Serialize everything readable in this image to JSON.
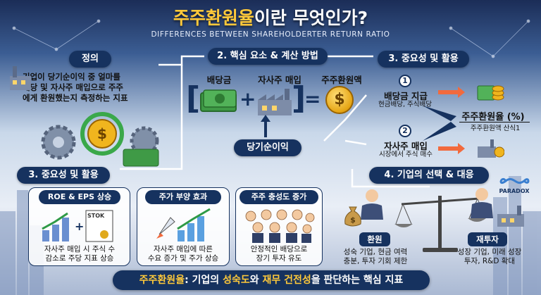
{
  "header": {
    "title_highlight": "주주환원율",
    "title_rest": "이란 무엇인가?",
    "subtitle": "DIFFERENCES BETWEEN SHAREHOLDERTER RETURN RATIO"
  },
  "definition": {
    "label": "정의",
    "text_line1": "기업이 당기순이익 중 얼마를",
    "text_line2": "배당 및 자사주 매입으로 주주",
    "text_line3": "에게 환원했는지 측정하는 지표"
  },
  "formula": {
    "label": "2. 핵심 요소 & 계산 방법",
    "dividend": "배당금",
    "buyback": "자사주 매입",
    "ratio": "주주환원액",
    "net_income": "당기순이익",
    "plus": "+",
    "equals": "=",
    "bracket_open": "[",
    "bracket_close": "]",
    "coin_symbol": "$"
  },
  "importance_right": {
    "label": "3. 중요성 및 활용",
    "item1_num": "1",
    "item1_title": "배당금 지급",
    "item1_sub": "현금배당, 주식배당",
    "item2_num": "2",
    "item2_title": "자사주 매입",
    "item2_sub": "시장에서 주식 매수",
    "result_title": "주주환원율 (%)",
    "result_sub": "주주환원액 산식1"
  },
  "importance_left": {
    "label": "3. 중요성 및 활용",
    "boxes": [
      {
        "title": "ROE & EPS 상승",
        "line1": "자사주 매입 시 주식 수",
        "line2": "감소로 주당 지표 상승",
        "icon_text": "STOK"
      },
      {
        "title": "주가 부양 효과",
        "line1": "자사주 매입에 따른",
        "line2": "수요 증가 및 주가 상승"
      },
      {
        "title": "주주 충성도 증가",
        "line1": "안정적인 배당으로",
        "line2": "장기 투자 유도"
      }
    ]
  },
  "strategy": {
    "label": "4. 기업의 선택 & 대응",
    "left_tag": "환원",
    "left_line1": "성숙 기업, 현금 여력",
    "left_line2": "충분, 투자 기회 제한",
    "right_tag": "재투자",
    "right_line1": "성장 기업, 미래 성장",
    "right_line2": "투자, R&D 확대",
    "logo_text": "PARADOX"
  },
  "footer": {
    "highlight1": "주주환원율",
    "text1": ": 기업의 ",
    "highlight2": "성숙도",
    "text2": "와 ",
    "highlight3": "재무 건전성",
    "text3": "을 판단하는 핵심 지표"
  },
  "colors": {
    "navy": "#16325f",
    "gold": "#ffc93a",
    "arrow_orange": "#f26a3d"
  }
}
